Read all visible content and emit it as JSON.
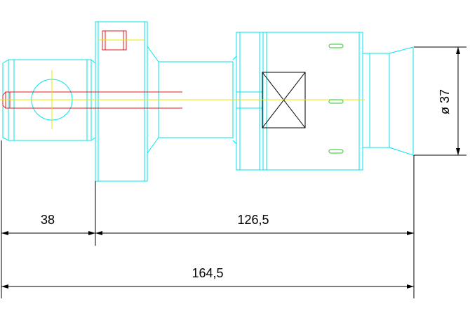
{
  "drawing": {
    "colors": {
      "outline": "#00e5ee",
      "hidden": "#e11b1b",
      "centerline": "#e8e800",
      "marker": "#22cc22",
      "dimension": "#000000",
      "background": "#ffffff"
    },
    "dimensions": {
      "left_segment": "38",
      "right_segment": "126,5",
      "overall_length": "164,5",
      "diameter": "ø 37"
    }
  }
}
